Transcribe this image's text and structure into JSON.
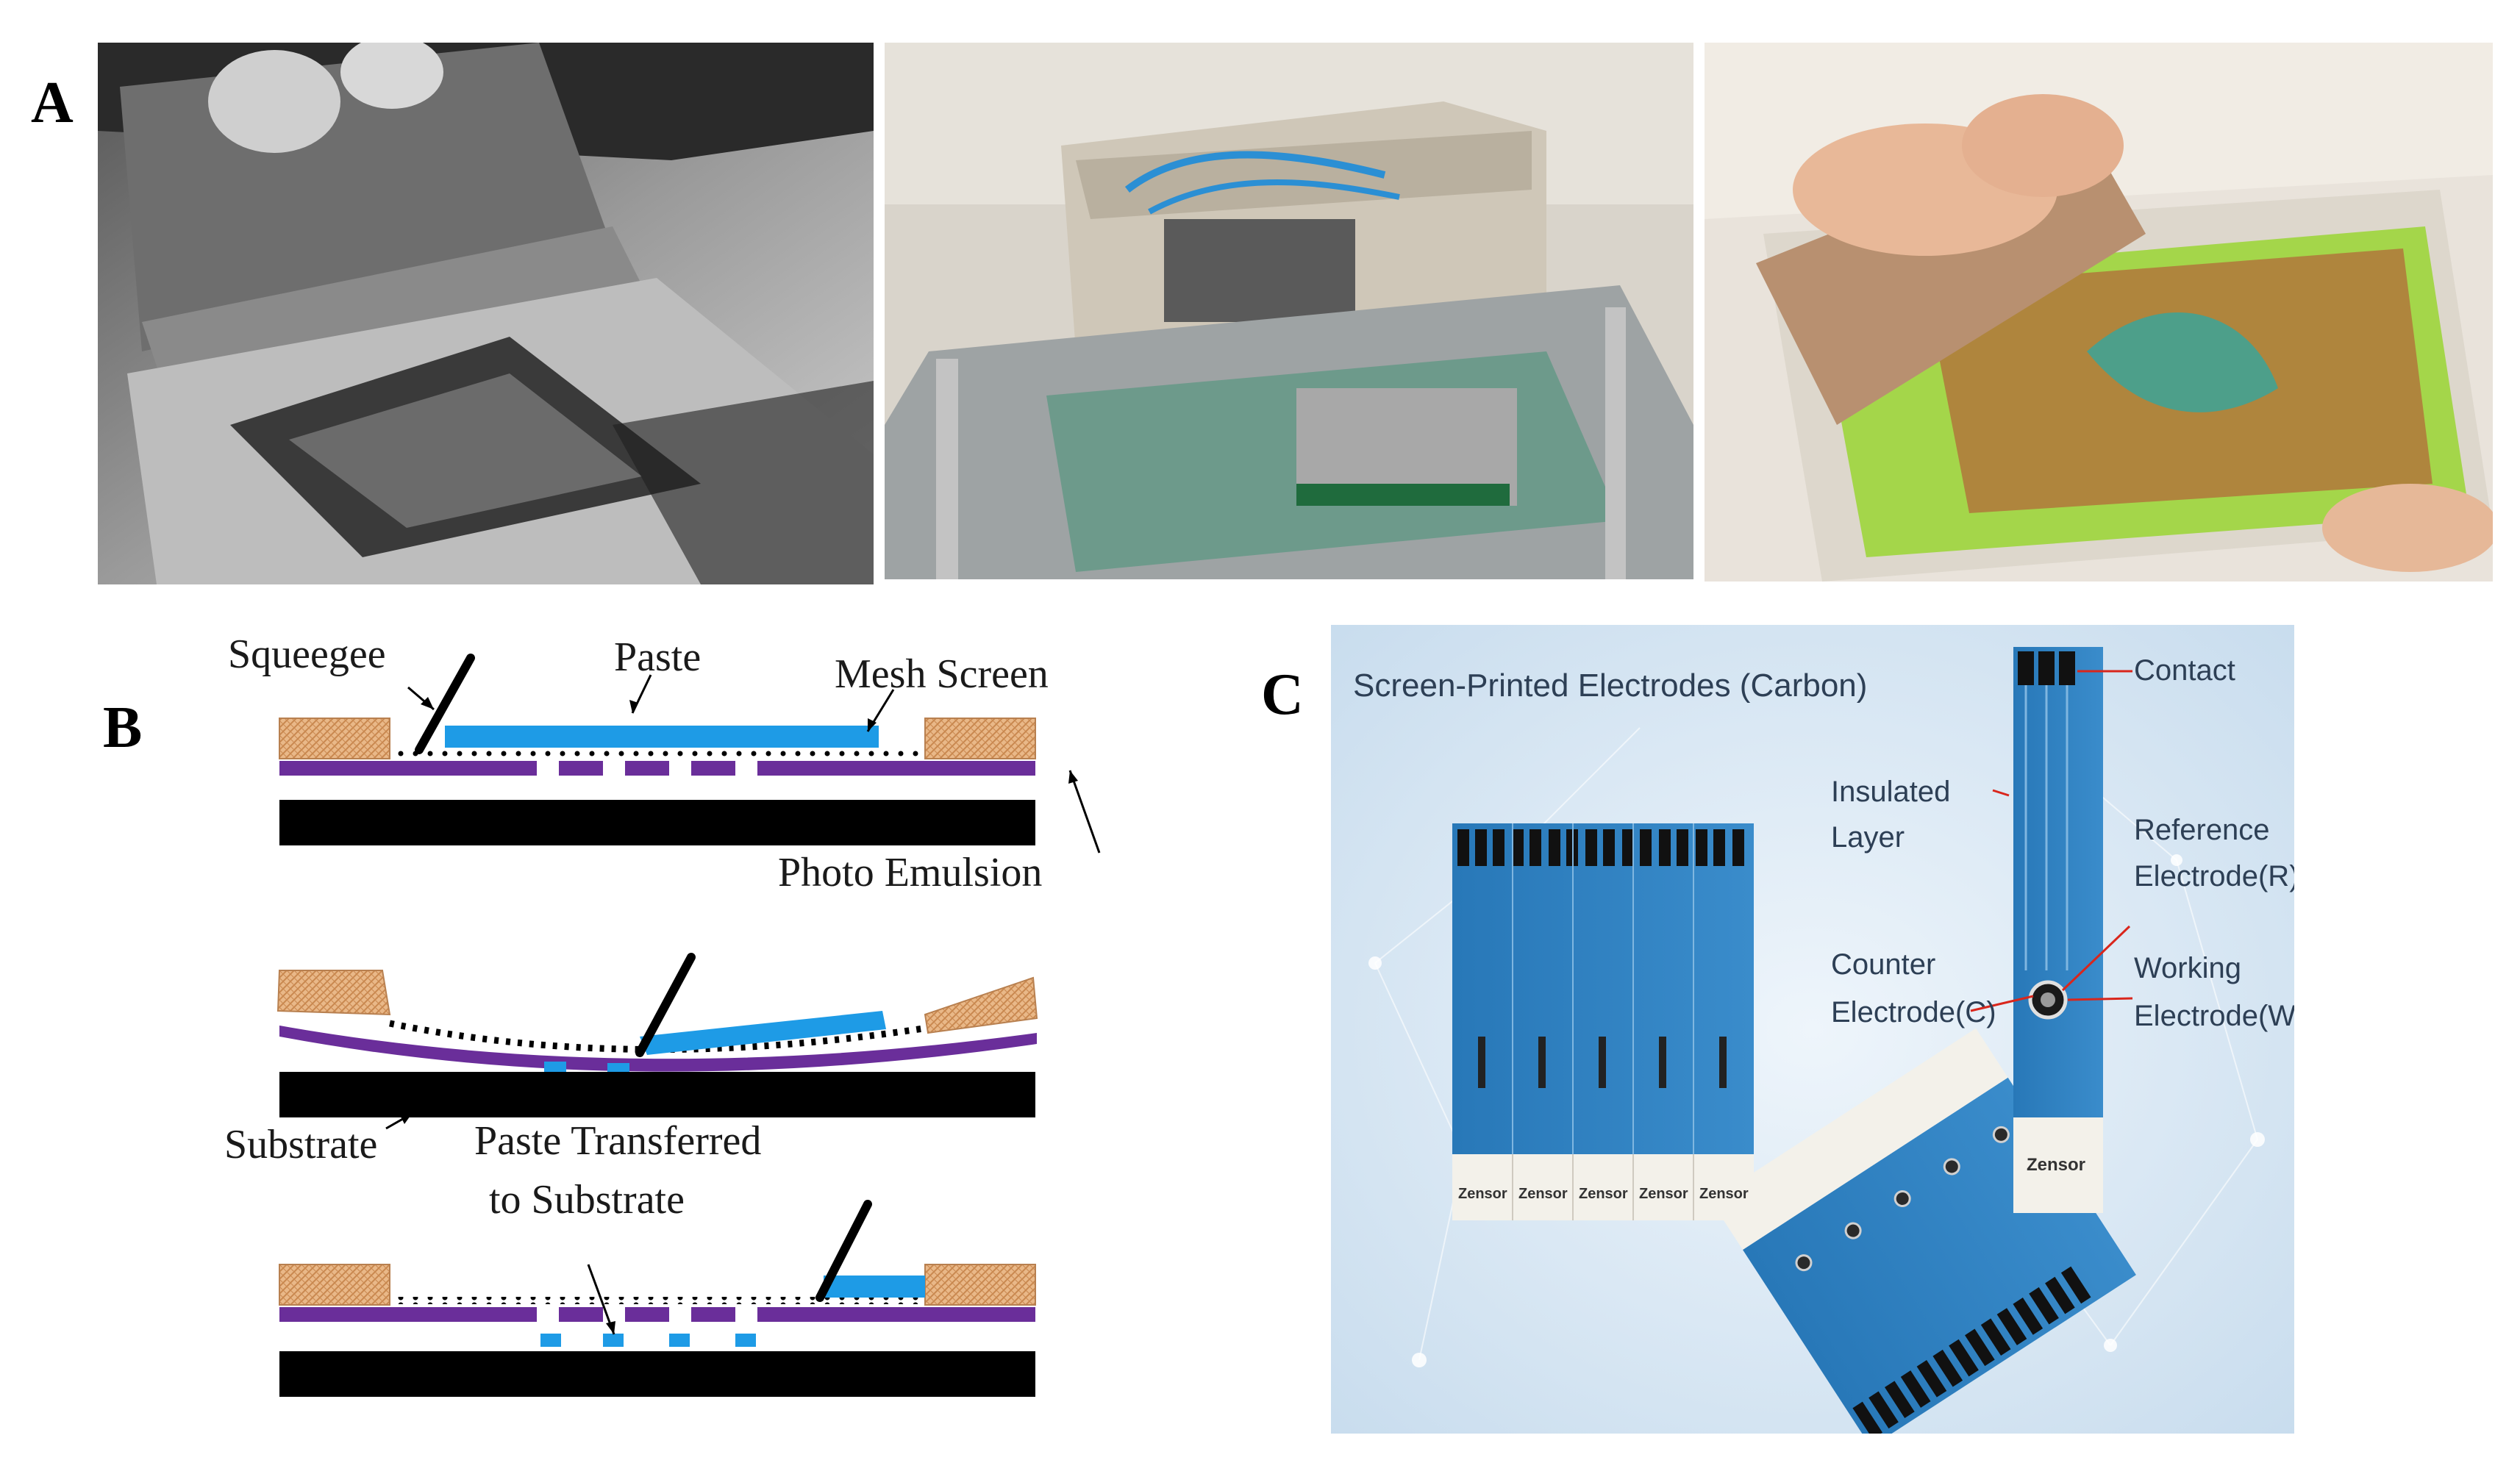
{
  "panels": {
    "A": {
      "letter": "A"
    },
    "B": {
      "letter": "B",
      "labels": {
        "squeegee": "Squeegee",
        "paste": "Paste",
        "mesh_screen": "Mesh Screen",
        "photo_emulsion": "Photo Emulsion",
        "substrate": "Substrate",
        "paste_transferred_1": "Paste Transferred",
        "paste_transferred_2": "to Substrate"
      }
    },
    "C": {
      "letter": "C",
      "title": "Screen-Printed Electrodes (Carbon)",
      "labels": {
        "contact": "Contact",
        "insulated_1": "Insulated",
        "insulated_2": "Layer",
        "reference_1": "Reference",
        "reference_2": "Electrode(R)",
        "counter_1": "Counter",
        "counter_2": "Electrode(C)",
        "working_1": "Working",
        "working_2": "Electrode(W)"
      },
      "brand": "Zensor"
    }
  },
  "colors": {
    "paste": "#1e9be6",
    "emulsion": "#6a2e9a",
    "frame": "#e9b888",
    "substrate": "#000000",
    "electrode_blue": "#2f7fc0"
  }
}
